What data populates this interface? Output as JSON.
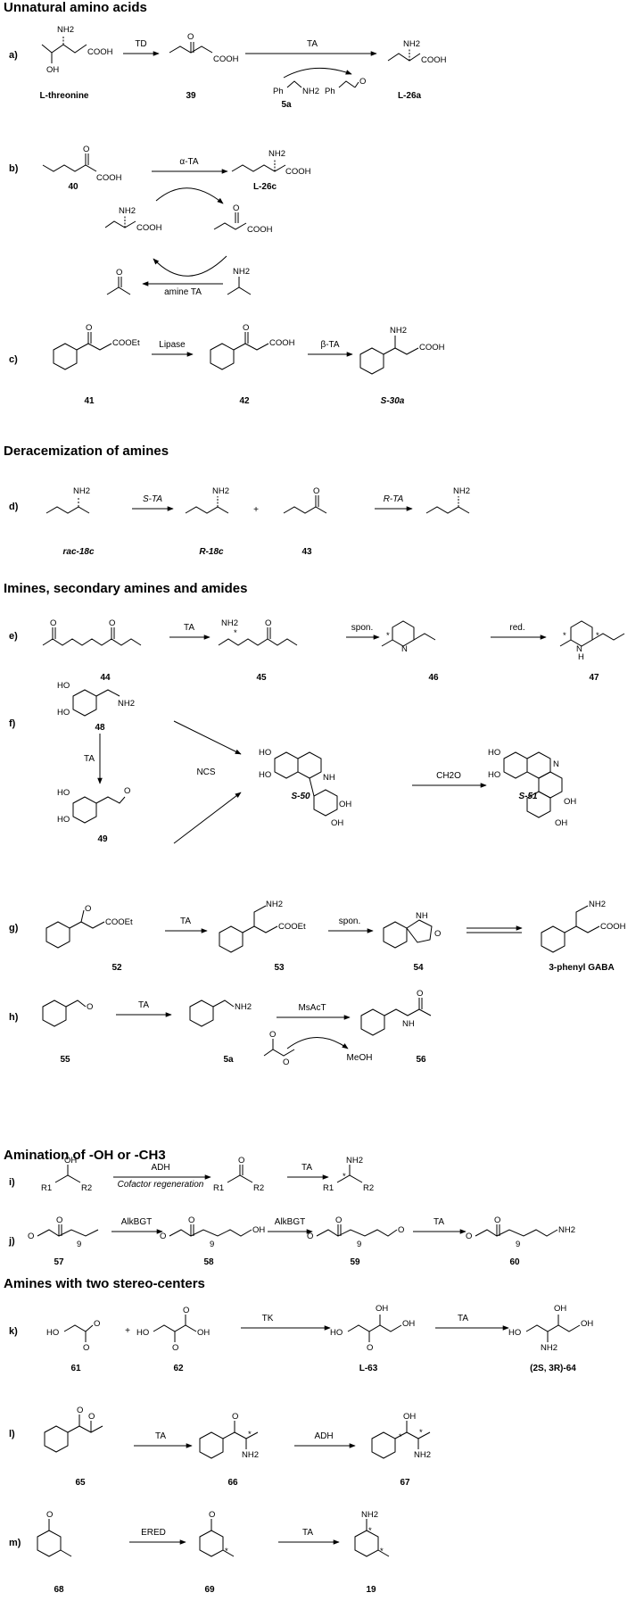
{
  "sections": {
    "s1": "Unnatural amino acids",
    "s2": "Deracemization of amines",
    "s3": "Imines, secondary amines and amides",
    "s4": "Amination of -OH or -CH3",
    "s5": "Amines with two stereo-centers"
  },
  "rows": [
    "a)",
    "b)",
    "c)",
    "d)",
    "e)",
    "f)",
    "g)",
    "h)",
    "i)",
    "j)",
    "k)",
    "l)",
    "m)"
  ],
  "compounds": {
    "a": [
      "L-threonine",
      "39",
      "5a",
      "L-26a"
    ],
    "b": [
      "40",
      "L-26c"
    ],
    "c": [
      "41",
      "42",
      "S-30a"
    ],
    "d": [
      "rac-18c",
      "R-18c",
      "43"
    ],
    "e": [
      "44",
      "45",
      "46",
      "47"
    ],
    "f": [
      "48",
      "49",
      "S-50",
      "S-51"
    ],
    "g": [
      "52",
      "53",
      "54",
      "3-phenyl GABA"
    ],
    "h": [
      "55",
      "5a",
      "56"
    ],
    "j": [
      "57",
      "58",
      "59",
      "60"
    ],
    "k": [
      "61",
      "62",
      "L-63",
      "(2S, 3R)-64"
    ],
    "l": [
      "65",
      "66",
      "67"
    ],
    "m": [
      "68",
      "69",
      "19"
    ]
  },
  "reagents": {
    "a": [
      "TD",
      "TA"
    ],
    "b": [
      "α-TA",
      "amine TA"
    ],
    "c": [
      "Lipase",
      "β-TA"
    ],
    "d": [
      "S-TA",
      "R-TA",
      "+"
    ],
    "e": [
      "TA",
      "spon.",
      "red."
    ],
    "f": [
      "TA",
      "NCS",
      "CH2O"
    ],
    "g": [
      "TA",
      "spon."
    ],
    "h": [
      "TA",
      "MsAcT",
      "MeOH"
    ],
    "i": [
      "ADH",
      "Cofactor regeneration",
      "TA"
    ],
    "j": [
      "AlkBGT",
      "AlkBGT",
      "TA"
    ],
    "k": [
      "TK",
      "TA",
      "+"
    ],
    "l": [
      "TA",
      "ADH"
    ],
    "m": [
      "ERED",
      "TA"
    ]
  },
  "atoms": {
    "nh2": "NH2",
    "cooh": "COOH",
    "oh": "OH",
    "ho": "HO",
    "o": "O",
    "n": "N",
    "nh": "NH",
    "h": "H",
    "ph": "Ph",
    "cooet": "COOEt",
    "meoh": "MeOH",
    "r1": "R1",
    "r2": "R2",
    "star": "*",
    "num9": "9"
  }
}
